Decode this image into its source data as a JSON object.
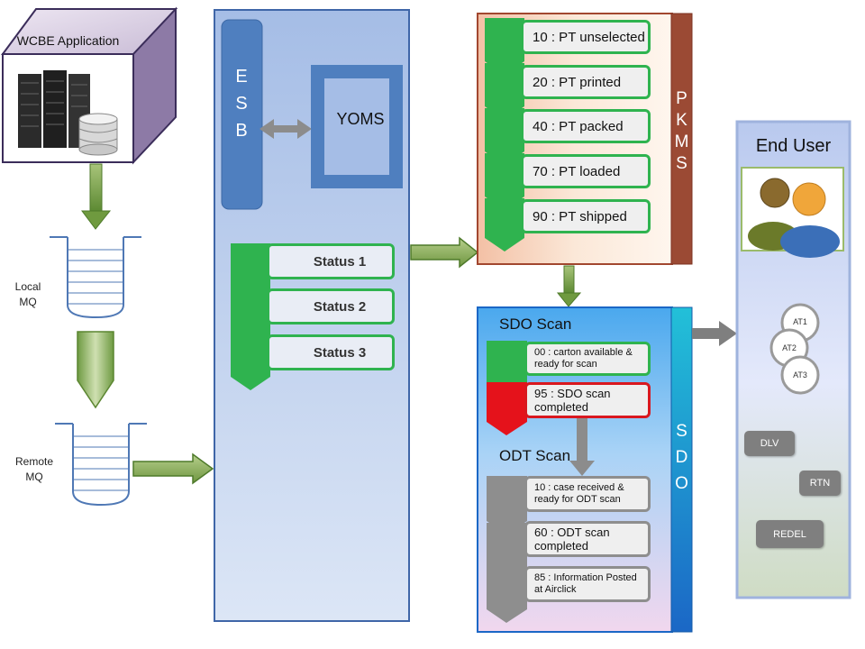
{
  "wcbe": {
    "title": "WCBE Application"
  },
  "local_mq": {
    "label": "Local\nMQ"
  },
  "remote_mq": {
    "label": "Remote\nMQ"
  },
  "esb": {
    "label_letters": [
      "E",
      "S",
      "B"
    ],
    "yoms_label": "YOMS",
    "statuses": [
      "Status 1",
      "Status 2",
      "Status 3"
    ]
  },
  "pkms": {
    "label_letters": [
      "P",
      "K",
      "M",
      "S"
    ],
    "steps": [
      "10 : PT unselected",
      "20 : PT printed",
      "40 : PT packed",
      "70 : PT loaded",
      "90 : PT shipped"
    ]
  },
  "sdo": {
    "label_letters": [
      "S",
      "D",
      "O"
    ],
    "sdo_scan_title": "SDO Scan",
    "sdo_steps": [
      "00 : carton available &\nready for scan",
      "95 : SDO scan completed"
    ],
    "odt_scan_title": "ODT Scan",
    "odt_steps": [
      "10 : case received &\nready for ODT scan",
      "60 : ODT scan completed",
      "85 : Information Posted\nat Airclick"
    ]
  },
  "end_user": {
    "title": "End User",
    "cycle": [
      "AT1",
      "AT2",
      "AT3"
    ],
    "buttons": [
      "DLV",
      "RTN",
      "REDEL"
    ]
  },
  "colors": {
    "green": "#2fb34f",
    "red": "#d9181f",
    "gray": "#8e8e8e",
    "esb_blue": "#4f7fbf",
    "sdo_blue": "#1f8fd8",
    "pkms_brown": "#9b4a34"
  }
}
